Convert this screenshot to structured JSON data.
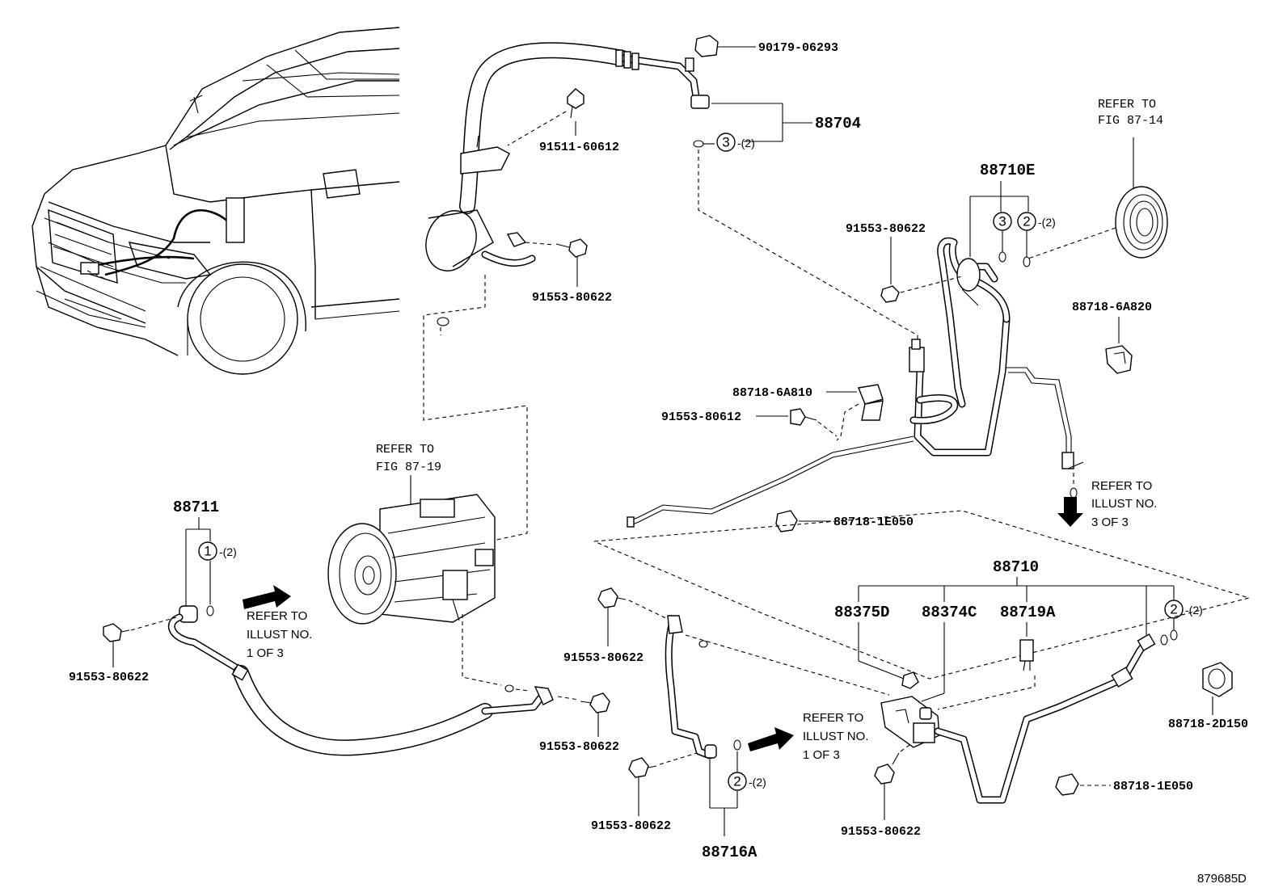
{
  "parts": {
    "p90179": "90179-06293",
    "p88704": "88704",
    "p91511": "91511-60612",
    "p91553_top": "91553-80622",
    "p88710E": "88710E",
    "p91553_right": "91553-80622",
    "p88718_6A820": "88718-6A820",
    "p88718_6A810": "88718-6A810",
    "p91553_80612": "91553-80612",
    "p88718_1E050_mid": "88718-1E050",
    "p88711": "88711",
    "p91553_left": "91553-80622",
    "p91553_comp": "91553-80622",
    "p91553_center": "91553-80622",
    "p91553_bottom_left": "91553-80622",
    "p88716A": "88716A",
    "p88710": "88710",
    "p88375D": "88375D",
    "p88374C": "88374C",
    "p88719A": "88719A",
    "p88718_2D150": "88718-2D150",
    "p88718_1E050_bottom": "88718-1E050",
    "p91553_bottom_right": "91553-80622"
  },
  "circled": {
    "c3_top": "3",
    "c3_mid": "3",
    "c2_mid": "2",
    "c1_left": "1",
    "c2_bottom": "2",
    "c2_right": "2"
  },
  "qty": {
    "q_top": "-(2)",
    "q_mid": "-(2)",
    "q_left": "-(2)",
    "q_bottom": "-(2)",
    "q_right": "-(2)"
  },
  "refs": {
    "fig_87_14_line1": "REFER TO",
    "fig_87_14_line2": "FIG 87-14",
    "fig_87_19_line1": "REFER TO",
    "fig_87_19_line2": "FIG 87-19",
    "illust3_line1": "REFER TO",
    "illust3_line2": "ILLUST NO.",
    "illust3_line3": "3 OF 3",
    "illust1a_line1": "REFER TO",
    "illust1a_line2": "ILLUST NO.",
    "illust1a_line3": "1 OF 3",
    "illust1b_line1": "REFER TO",
    "illust1b_line2": "ILLUST NO.",
    "illust1b_line3": "1 OF 3"
  },
  "figure_id": "879685D"
}
